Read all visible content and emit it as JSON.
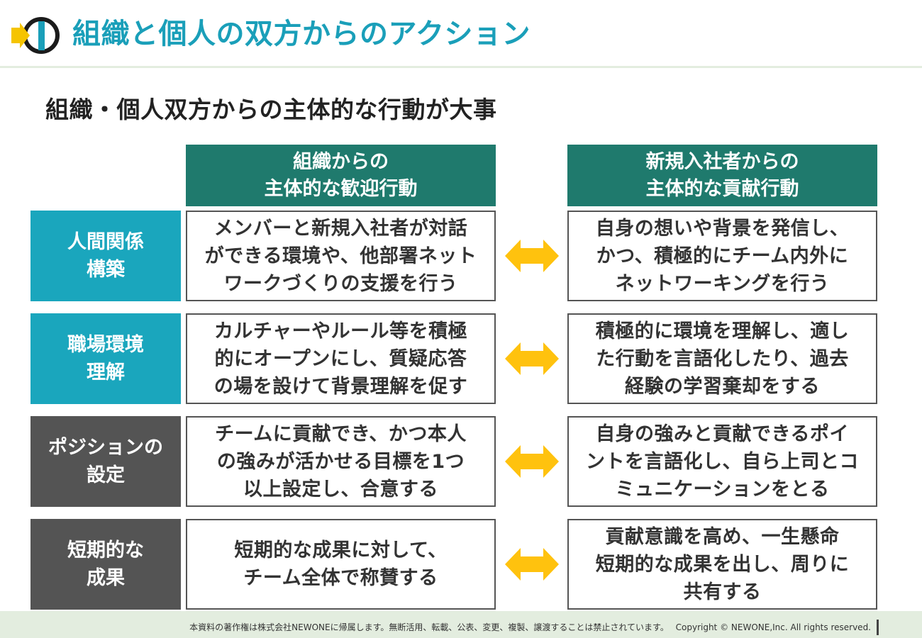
{
  "title": "組織と個人の双方からのアクション",
  "subtitle": "組織・個人双方からの主体的な行動が大事",
  "headers": {
    "org": [
      "組織からの",
      "主体的な歓迎行動"
    ],
    "newcomer": [
      "新規入社者からの",
      "主体的な貢献行動"
    ]
  },
  "rows": [
    {
      "label": [
        "人間関係",
        "構築"
      ],
      "org": [
        "メンバーと新規入社者が対話",
        "ができる環境や、他部署ネット",
        "ワークづくりの支援を行う"
      ],
      "newcomer": [
        "自身の想いや背景を発信し、",
        "かつ、積極的にチーム内外に",
        "ネットワーキングを行う"
      ]
    },
    {
      "label": [
        "職場環境",
        "理解"
      ],
      "org": [
        "カルチャーやルール等を積極",
        "的にオープンにし、質疑応答",
        "の場を設けて背景理解を促す"
      ],
      "newcomer": [
        "積極的に環境を理解し、適し",
        "た行動を言語化したり、過去",
        "経験の学習棄却をする"
      ]
    },
    {
      "label": [
        "ポジションの",
        "設定"
      ],
      "org": [
        "チームに貢献でき、かつ本人",
        "の強みが活かせる目標を1つ",
        "以上設定し、合意する"
      ],
      "newcomer": [
        "自身の強みと貢献できるポイ",
        "ントを言語化し、自ら上司とコ",
        "ミュニケーションをとる"
      ]
    },
    {
      "label": [
        "短期的な",
        "成果"
      ],
      "org": [
        "短期的な成果に対して、",
        "チーム全体で称賛する"
      ],
      "newcomer": [
        "貢献意識を高め、一生懸命",
        "短期的な成果を出し、周りに",
        "共有する"
      ]
    }
  ],
  "footer": "本資料の著作権は株式会社NEWONEに帰属します。無断活用、転載、公表、変更、複製、譲渡することは禁止されています。　 Copyright © NEWONE,Inc.  All rights reserved.",
  "colors": {
    "title": "#1a9fb9",
    "header": "#1f7a6d",
    "label_teal": "#1aa6bd",
    "label_gray": "#545454",
    "arrow": "#ffc20e",
    "logo_yellow": "#f5c400",
    "logo_teal": "#1a9fb9",
    "footer_bg": "#e3eddf"
  }
}
